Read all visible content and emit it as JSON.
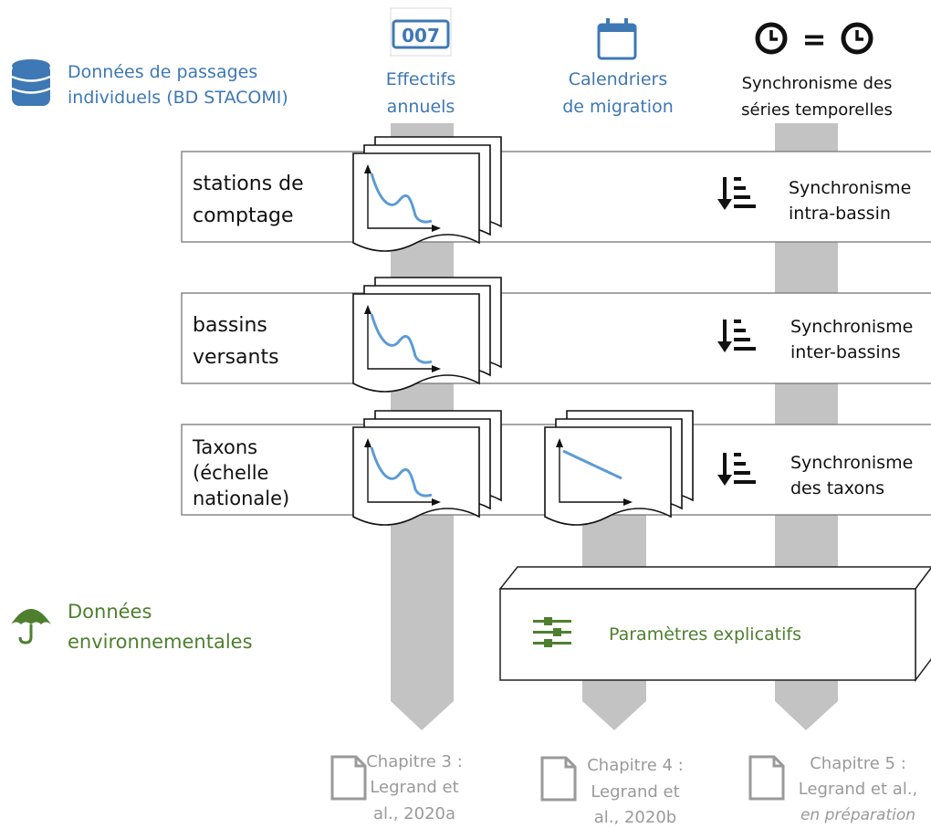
{
  "sources": {
    "individual": {
      "line1": "Données de passages",
      "line2": "individuels (BD STACOMI)",
      "icon": "database-icon",
      "color": "#3e78b5"
    },
    "environment": {
      "line1": "Données",
      "line2": "environnementales",
      "icon": "umbrella-icon",
      "color": "#4e7f2e"
    }
  },
  "columns": {
    "effectifs": {
      "icon_text": "007",
      "line1": "Effectifs",
      "line2": "annuels",
      "color": "#3e78b5"
    },
    "calendriers": {
      "icon": "calendar-icon",
      "line1": "Calendriers",
      "line2": "de migration",
      "color": "#3e78b5"
    },
    "synchronisme": {
      "symbol": "=",
      "line1": "Synchronisme des",
      "line2": "séries temporelles",
      "icon": "clock-icon",
      "color": "#111111"
    }
  },
  "rows": [
    {
      "line1": "stations de",
      "line2": "comptage",
      "line3": "",
      "sync1": "Synchronisme",
      "sync2": "intra-bassin"
    },
    {
      "line1": "bassins",
      "line2": "versants",
      "line3": "",
      "sync1": "Synchronisme",
      "sync2": "inter-bassins"
    },
    {
      "line1": "Taxons",
      "line2": "(échelle",
      "line3": "nationale)",
      "sync1": "Synchronisme",
      "sync2": "des taxons"
    }
  ],
  "explanatory": {
    "label": "Paramètres explicatifs",
    "icon": "sliders-icon",
    "color": "#4e7f2e"
  },
  "chapters": [
    {
      "line1": "Chapitre 3 :",
      "line2": "Legrand et",
      "line3": "al., 2020a"
    },
    {
      "line1": "Chapitre 4 :",
      "line2": "Legrand et",
      "line3": "al., 2020b"
    },
    {
      "line1": "Chapitre 5 :",
      "line2": "Legrand et al.,",
      "line3": "en préparation"
    }
  ],
  "colors": {
    "arrow": "#c3c3c3",
    "chapter_text": "#9a9a9a",
    "curve": "#5b9bd5"
  }
}
